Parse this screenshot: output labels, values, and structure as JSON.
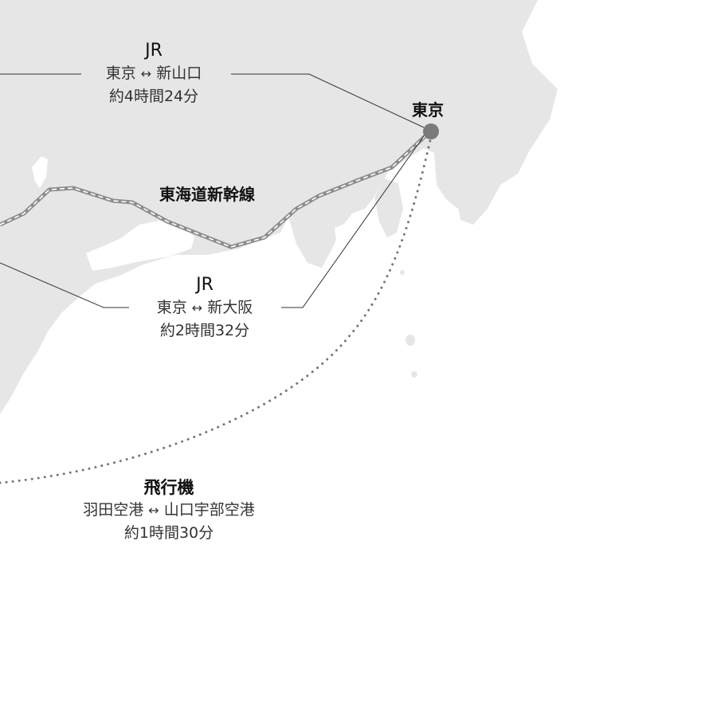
{
  "colors": {
    "land": "#e6e6e6",
    "sea": "#ffffff",
    "rail": "#8c8c8c",
    "route": "#777777",
    "leader": "#333333",
    "marker": "#7a7a7a"
  },
  "markers": {
    "tokyo": "東京"
  },
  "lines": {
    "tokaido": "東海道新幹線"
  },
  "routes": {
    "jr_yamaguchi": {
      "mode": "JR",
      "from": "東京",
      "arrow": "↔",
      "to": "新山口",
      "duration": "約4時間24分"
    },
    "jr_osaka": {
      "mode": "JR",
      "from": "東京",
      "arrow": "↔",
      "to": "新大阪",
      "duration": "約2時間32分"
    },
    "flight": {
      "mode": "飛行機",
      "from": "羽田空港",
      "arrow": "↔",
      "to": "山口宇部空港",
      "duration": "約1時間30分"
    }
  }
}
